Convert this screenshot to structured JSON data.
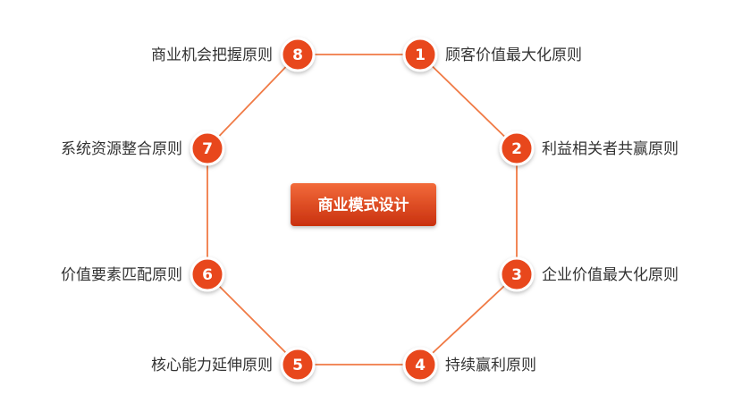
{
  "center": {
    "label": "商业模式设计"
  },
  "nodes": [
    {
      "number": "1",
      "label": "顾客价值最大化原则"
    },
    {
      "number": "2",
      "label": "利益相关者共赢原则"
    },
    {
      "number": "3",
      "label": "企业价值最大化原则"
    },
    {
      "number": "4",
      "label": "持续赢利原则"
    },
    {
      "number": "5",
      "label": "核心能力延伸原则"
    },
    {
      "number": "6",
      "label": "价值要素匹配原则"
    },
    {
      "number": "7",
      "label": "系统资源整合原则"
    },
    {
      "number": "8",
      "label": "商业机会把握原则"
    }
  ],
  "colors": {
    "node_fill": "#e8471e",
    "connector": "#f07a45",
    "label_text": "#333333",
    "center_top": "#f26a3a",
    "center_bottom": "#c9310f"
  }
}
